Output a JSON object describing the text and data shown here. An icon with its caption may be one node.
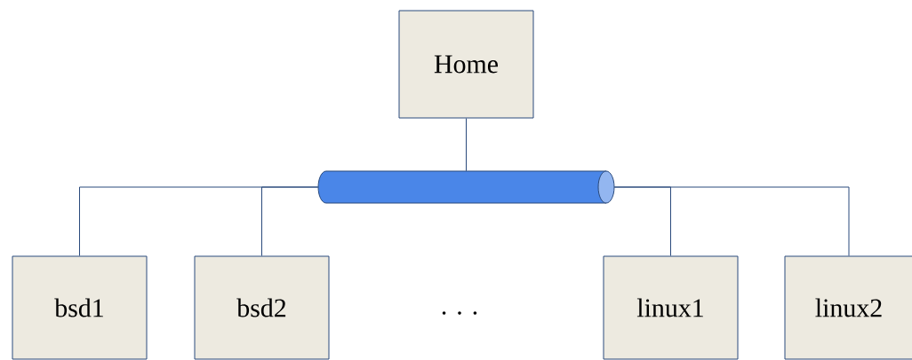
{
  "diagram": {
    "nodes": [
      {
        "text": [
          "Home"
        ]
      },
      {
        "text": [],
        "shape": "cylinder"
      },
      {
        "text": [
          "bsd1"
        ]
      },
      {
        "text": [
          "bsd2"
        ]
      },
      {
        "text": [
          "linux1"
        ]
      },
      {
        "text": [
          "linux2"
        ]
      }
    ],
    "edges": [
      {
        "from": 0,
        "to": 1,
        "arrow": "none"
      },
      {
        "from": 1,
        "to": 2,
        "arrow": "none"
      },
      {
        "from": 1,
        "to": 3,
        "arrow": "none"
      },
      {
        "from": 1,
        "to": 4,
        "arrow": "none"
      },
      {
        "from": 1,
        "to": 5,
        "arrow": "none"
      }
    ],
    "labels": [
      ". . ."
    ]
  }
}
